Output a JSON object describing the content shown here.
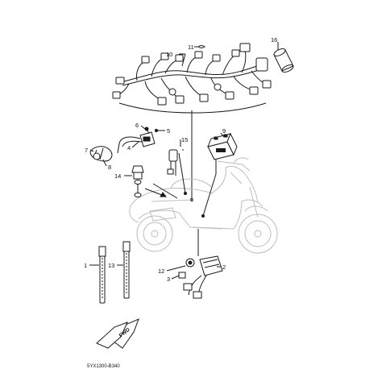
{
  "diagram": {
    "part_numbers": [
      "1",
      "2",
      "3",
      "4",
      "5",
      "6",
      "7",
      "8",
      "9",
      "10",
      "11",
      "12",
      "13",
      "14",
      "15",
      "16"
    ],
    "drawing_code": "5YX1300-B340",
    "fwd_label": "FWD"
  },
  "colors": {
    "ink": "#1a1a1a",
    "ghost_outline": "#bdbdbd",
    "background": "#ffffff"
  }
}
